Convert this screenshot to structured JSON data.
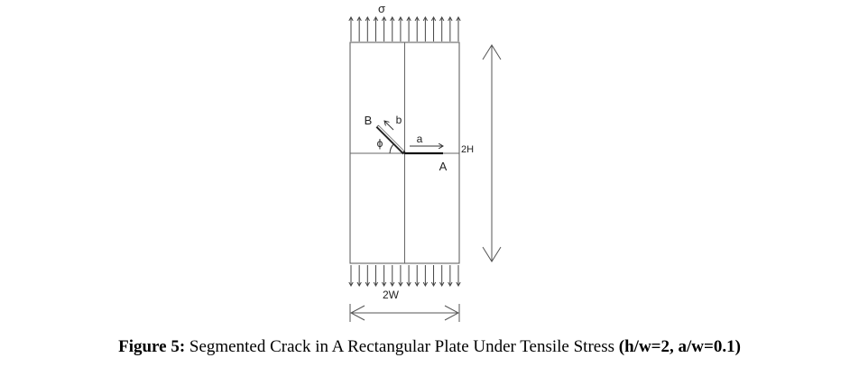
{
  "figure": {
    "labels": {
      "stress": "σ",
      "crack_end_b": "B",
      "branch_length": "b",
      "main_length": "a",
      "crack_end_a": "A",
      "angle": "ϕ",
      "height": "2H",
      "width": "2W"
    },
    "arrow_count_top": 14,
    "arrow_count_bottom": 14
  },
  "caption": {
    "prefix": "Figure 5:",
    "text": " Segmented Crack in A Rectangular Plate Under Tensile Stress ",
    "params": "(h/w=2, a/w=0.1)"
  }
}
